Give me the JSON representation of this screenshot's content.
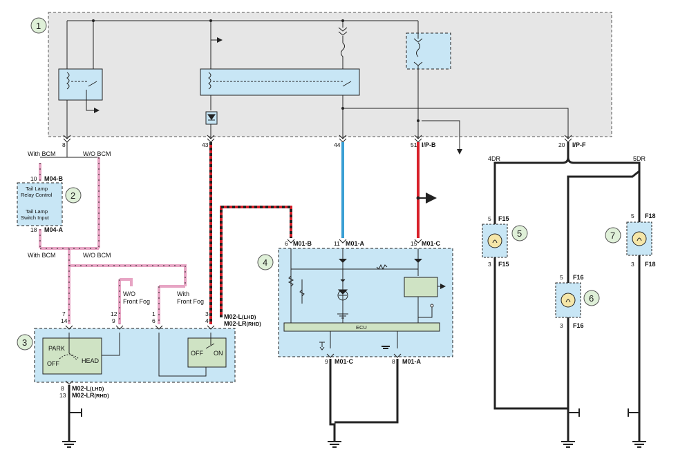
{
  "callouts": [
    "1",
    "2",
    "3",
    "4",
    "5",
    "6",
    "7"
  ],
  "pins": {
    "p8": "8",
    "p43": "43",
    "p44": "44",
    "p51": "51",
    "p20": "20",
    "p10": "10",
    "p18": "18",
    "p7": "7",
    "p14": "14",
    "p12": "12",
    "p9": "9",
    "p1": "1",
    "p6": "6",
    "p3": "3",
    "p4": "4",
    "p8b": "8",
    "p13": "13",
    "p6c": "6",
    "p11": "11",
    "p15": "15",
    "p9c": "9",
    "p8c": "8",
    "f15top": "5",
    "f15bot": "3",
    "f16top": "5",
    "f16bot": "3",
    "f18top": "5",
    "f18bot": "3"
  },
  "connectors": {
    "ipb": "I/P-B",
    "ipf": "I/P-F",
    "m04b": "M04-B",
    "m04a": "M04-A",
    "m01b": "M01-B",
    "m01a": "M01-A",
    "m01c": "M01-C",
    "m01c2": "M01-C",
    "m01a2": "M01-A",
    "m02l": "M02-L",
    "m02l_suffix": "(LHD)",
    "m02lr": "M02-LR",
    "m02lr_suffix": "(RHD)",
    "m02l_b": "M02-L",
    "m02l_b_suffix": "(LHD)",
    "m02lr_b": "M02-LR",
    "m02lr_b_suffix": "(RHD)",
    "f15a": "F15",
    "f15b": "F15",
    "f16a": "F16",
    "f16b": "F16",
    "f18a": "F18",
    "f18b": "F18"
  },
  "labels": {
    "with_bcm_top": "With BCM",
    "wo_bcm_top": "W/O BCM",
    "with_bcm_bot": "With BCM",
    "wo_bcm_bot": "W/O BCM",
    "tail_relay_1": "Tail Lamp",
    "tail_relay_2": "Relay Control",
    "tail_switch_1": "Tail Lamp",
    "tail_switch_2": "Switch Input",
    "wo_front_fog_1": "W/O",
    "wo_front_fog_2": "Front Fog",
    "with_front_fog_1": "With",
    "with_front_fog_2": "Front Fog",
    "park": "PARK",
    "off": "OFF",
    "head": "HEAD",
    "off2": "OFF",
    "on": "ON",
    "ecu": "ECU",
    "dr4": "4DR",
    "dr5": "5DR"
  },
  "colors": {
    "panel": "#e6e6e6",
    "module": "#c8e6f5",
    "switch": "#cfe3c4",
    "callout": "#dff0d8",
    "wire_red": "#d8202a",
    "wire_blue": "#3a9fd4",
    "wire_pink": "#e7a5c4",
    "wire_black": "#222222"
  }
}
